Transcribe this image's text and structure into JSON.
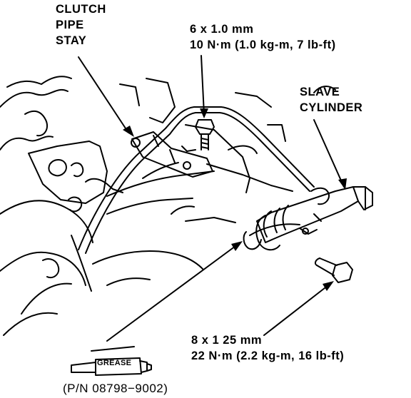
{
  "labels": {
    "clutch_pipe_stay": [
      "CLUTCH",
      "PIPE",
      "STAY"
    ],
    "top_bolt_spec": [
      "6 x 1.0 mm",
      "10 N·m (1.0 kg-m, 7 lb-ft)"
    ],
    "slave_cylinder": [
      "SLAVE",
      "CYLINDER"
    ],
    "bottom_bolt_spec": [
      "8 x 1 25 mm",
      "22 N·m (2.2 kg-m, 16 lb-ft)"
    ],
    "part_number": "(P/N 08798−9002)",
    "grease_tube": "GREASE"
  },
  "icons": [
    "grease-tube-icon"
  ],
  "colors": {
    "ink": "#000000",
    "paper": "#ffffff"
  }
}
